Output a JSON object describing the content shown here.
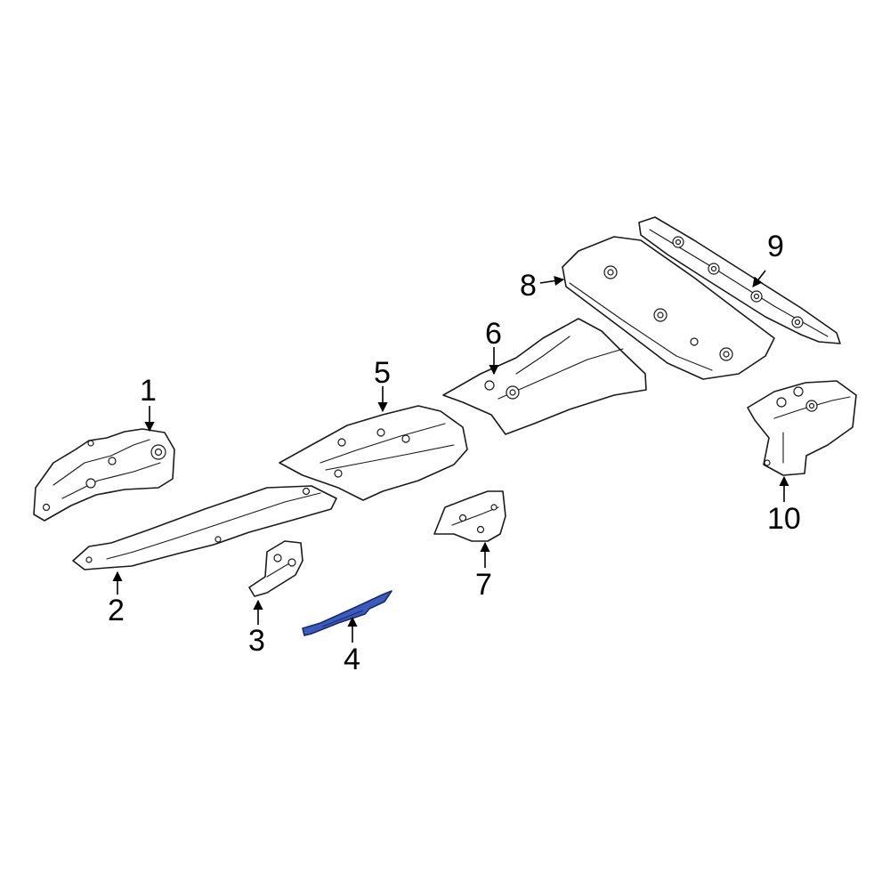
{
  "diagram": {
    "highlight_color": "#3a5bbf",
    "callouts": [
      {
        "id": 1,
        "label": "1"
      },
      {
        "id": 2,
        "label": "2"
      },
      {
        "id": 3,
        "label": "3"
      },
      {
        "id": 4,
        "label": "4",
        "highlighted": true
      },
      {
        "id": 5,
        "label": "5"
      },
      {
        "id": 6,
        "label": "6"
      },
      {
        "id": 7,
        "label": "7"
      },
      {
        "id": 8,
        "label": "8"
      },
      {
        "id": 9,
        "label": "9"
      },
      {
        "id": 10,
        "label": "10"
      }
    ]
  }
}
